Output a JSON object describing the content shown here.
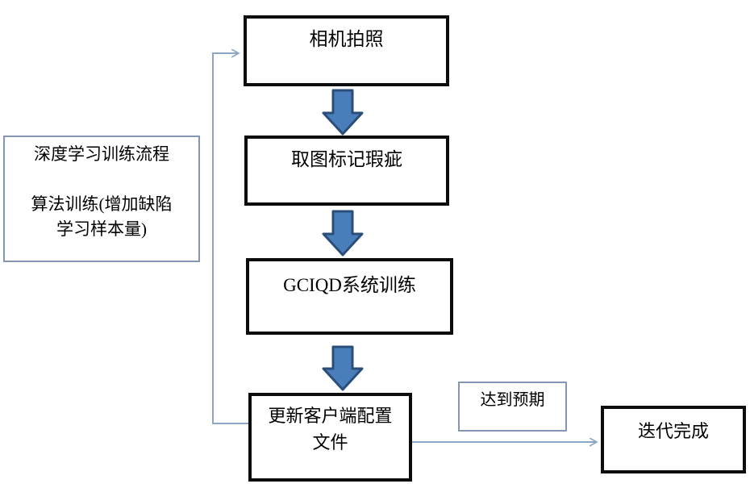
{
  "diagram": {
    "legend_box": {
      "line1": "深度学习训练流程",
      "line2": "算法训练(增加缺陷",
      "line3": "学习样本量)"
    },
    "steps": {
      "step1": "相机拍照",
      "step2": "取图标记瑕疵",
      "step3": "GCIQD系统训练",
      "step4_line1": "更新客户端配置",
      "step4_line2": "文件"
    },
    "condition_label": "达到预期",
    "end_node": "迭代完成"
  },
  "colors": {
    "arrow_fill": "#4a7ebb",
    "arrow_stroke": "#2b4e79",
    "connector": "#8aa5c6",
    "node_border_dark": "#0c0c0c",
    "annotation_border": "#8596b4"
  }
}
